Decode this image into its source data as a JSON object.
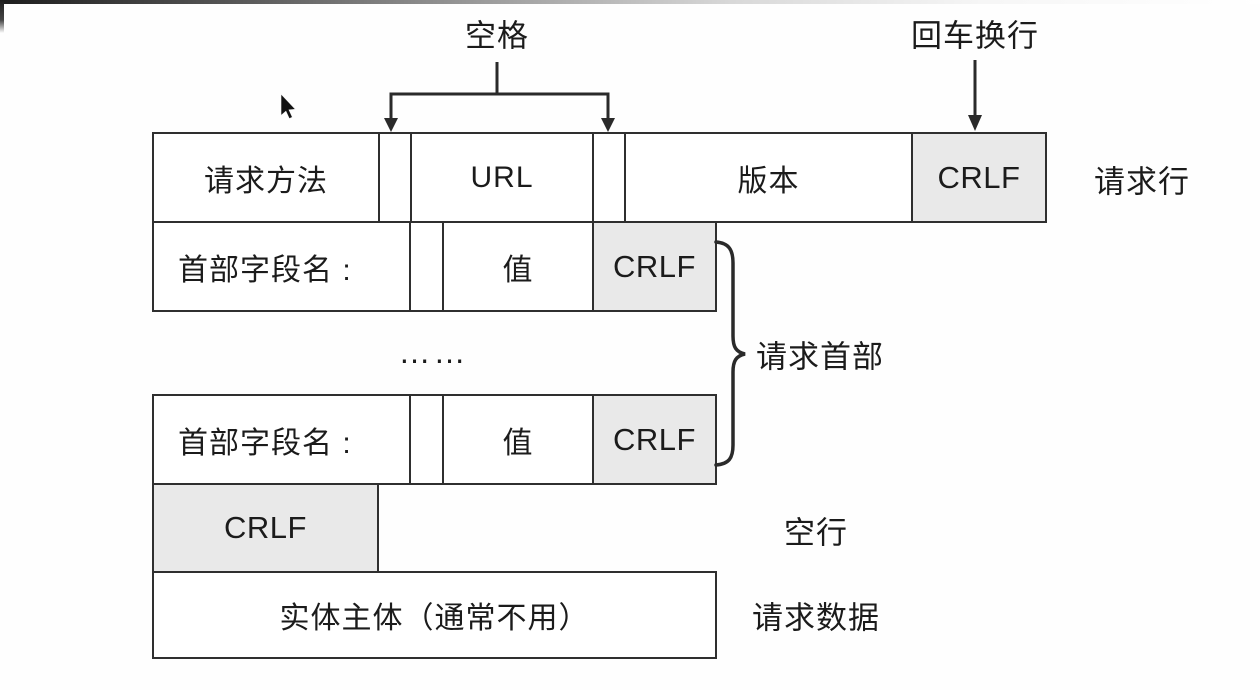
{
  "top_annotations": {
    "space_label": "空格",
    "crlf_label": "回车换行"
  },
  "request_line": {
    "method": "请求方法",
    "url": "URL",
    "version": "版本",
    "crlf": "CRLF",
    "side_label": "请求行"
  },
  "header_rows": [
    {
      "name": "首部字段名 :",
      "value": "值",
      "crlf": "CRLF"
    },
    {
      "name": "首部字段名 :",
      "value": "值",
      "crlf": "CRLF"
    }
  ],
  "ellipsis_row": {
    "text": "……"
  },
  "headers_group": {
    "brace_label": "请求首部"
  },
  "blank_line_row": {
    "crlf": "CRLF",
    "side_label": "空行"
  },
  "body_row": {
    "text": "实体主体（通常不用）",
    "side_label": "请求数据"
  },
  "colors": {
    "cell_gray": "#e9e9e9",
    "border": "#2f2f2f",
    "line": "#2a2a2a",
    "text": "#1b1b1b"
  }
}
